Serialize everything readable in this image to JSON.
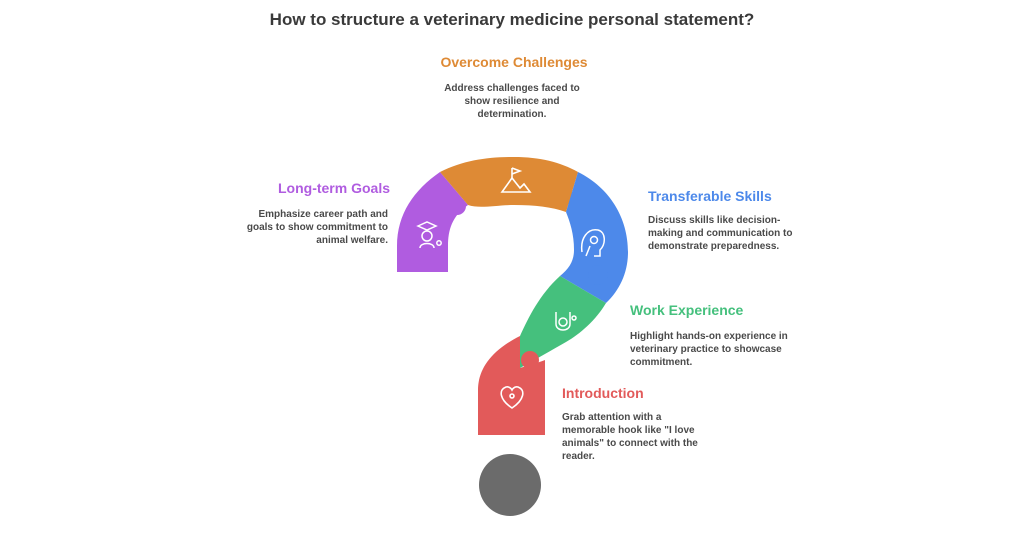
{
  "title": "How to structure a veterinary medicine personal statement?",
  "colors": {
    "purple": "#b05ce0",
    "orange": "#de8a35",
    "blue": "#4d89ea",
    "green": "#45c07d",
    "red": "#e25a5a",
    "dot": "#6b6b6b"
  },
  "sections": {
    "overcome": {
      "heading": "Overcome Challenges",
      "desc": "Address challenges faced to show resilience and determination.",
      "icon": "mountain-flag-icon"
    },
    "longterm": {
      "heading": "Long-term Goals",
      "desc": "Emphasize career path and goals to show commitment to animal welfare.",
      "icon": "graduate-paw-icon"
    },
    "transferable": {
      "heading": "Transferable Skills",
      "desc": "Discuss skills like decision-making and communication to demonstrate preparedness.",
      "icon": "head-gears-icon"
    },
    "work": {
      "heading": "Work Experience",
      "desc": "Highlight hands-on experience in veterinary practice to showcase commitment.",
      "icon": "stethoscope-paw-icon"
    },
    "intro": {
      "heading": "Introduction",
      "desc": "Grab attention with a memorable hook like \"I love animals\" to connect with the reader.",
      "icon": "heart-paw-icon"
    }
  }
}
